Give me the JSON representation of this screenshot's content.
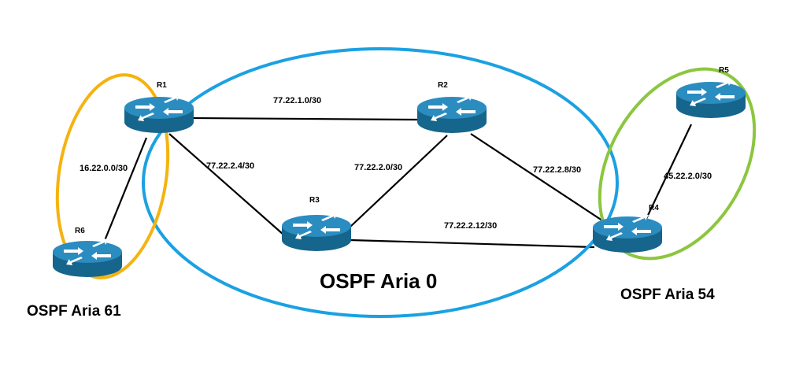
{
  "routers": [
    {
      "id": "R1",
      "label": "R1"
    },
    {
      "id": "R2",
      "label": "R2"
    },
    {
      "id": "R3",
      "label": "R3"
    },
    {
      "id": "R4",
      "label": "R4"
    },
    {
      "id": "R5",
      "label": "R5"
    },
    {
      "id": "R6",
      "label": "R6"
    }
  ],
  "links": [
    {
      "from": "R1",
      "to": "R2",
      "subnet": "77.22.1.0/30"
    },
    {
      "from": "R1",
      "to": "R3",
      "subnet": "77.22.2.4/30"
    },
    {
      "from": "R2",
      "to": "R3",
      "subnet": "77.22.2.0/30"
    },
    {
      "from": "R2",
      "to": "R4",
      "subnet": "77.22.2.8/30"
    },
    {
      "from": "R3",
      "to": "R4",
      "subnet": "77.22.2.12/30"
    },
    {
      "from": "R4",
      "to": "R5",
      "subnet": "45.22.2.0/30"
    },
    {
      "from": "R1",
      "to": "R6",
      "subnet": "16.22.0.0/30"
    }
  ],
  "areas": [
    {
      "id": "area0",
      "label": "OSPF Aria 0",
      "color": "#1ba1e2"
    },
    {
      "id": "area54",
      "label": "OSPF Aria 54",
      "color": "#8cc63f"
    },
    {
      "id": "area61",
      "label": "OSPF Aria 61",
      "color": "#f5b30f"
    }
  ],
  "router_color": "#1b6f96",
  "router_top_color": "#2a8bbd"
}
